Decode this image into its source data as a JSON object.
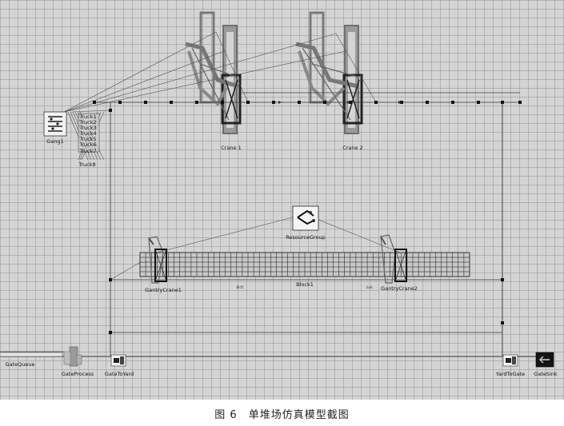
{
  "objects": {
    "gang": "Gang1",
    "trucks": [
      "Truck1",
      "Truck2",
      "Truck3",
      "Truck4",
      "Truck5",
      "Truck6",
      "Truck7",
      "Truck8"
    ],
    "crane1": "Crane 1",
    "crane2": "Crane 2",
    "resource_group": "ResourceGroup",
    "gantry1": "GantryCrane1",
    "gantry2": "GantryCrane2",
    "block": "Block1",
    "block_left_mark": "Bld5",
    "block_right_mark": "Exit",
    "gate_queue": "GateQueue",
    "gate_process": "GateProcess",
    "gate_to_yard": "GateToYard",
    "yard_to_gate": "YardToGate",
    "gate_sink": "GateSink"
  },
  "caption": "图 6　单堆场仿真模型截图"
}
